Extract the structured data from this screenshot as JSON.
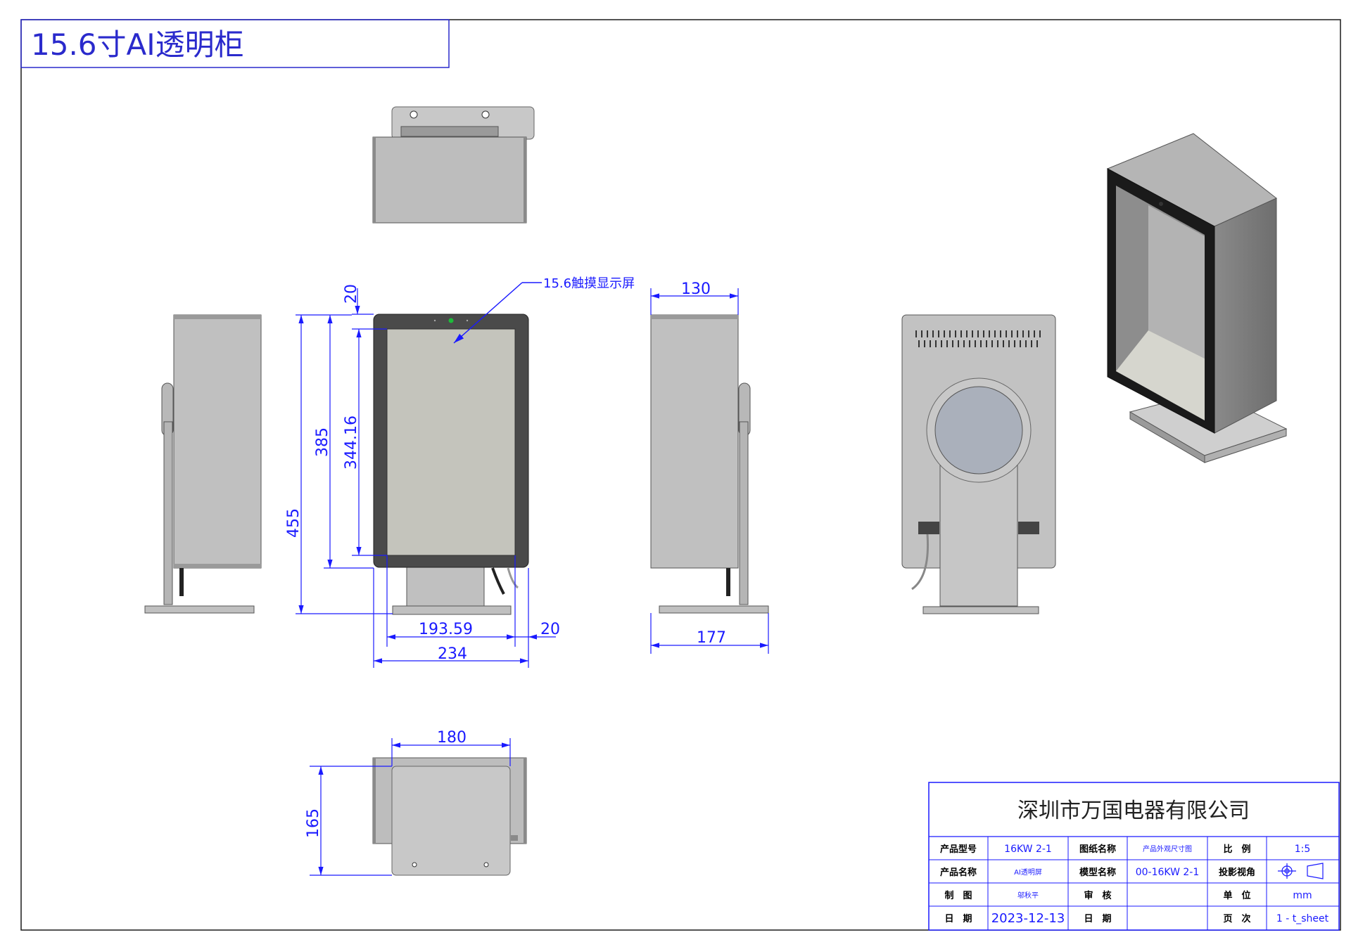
{
  "title": "15.6寸AI透明柜",
  "callout": "15.6触摸显示屏",
  "dimensions": {
    "top_gap": "20",
    "height_385": "385",
    "screen_height": "344.16",
    "total_height": "455",
    "screen_width": "193.59",
    "side_margin": "20",
    "width": "234",
    "depth": "130",
    "base_depth": "177",
    "base_width": "180",
    "base_length": "165"
  },
  "title_block": {
    "company": "深圳市万国电器有限公司",
    "rows": [
      {
        "label1": "产品型号",
        "value1": "16KW 2-1",
        "label2": "图纸名称",
        "value2": "产品外观尺寸图",
        "label3": "比　例",
        "value3": "1:5"
      },
      {
        "label1": "产品名称",
        "value1": "AI透明屏",
        "label2": "模型名称",
        "value2": "00-16KW 2-1",
        "label3": "投影视角",
        "value3": ""
      },
      {
        "label1": "制　图",
        "value1": "邬秋平",
        "label2": "审　核",
        "value2": "",
        "label3": "单　位",
        "value3": "mm"
      },
      {
        "label1": "日　期",
        "value1": "2023-12-13",
        "label2": "日　期",
        "value2": "",
        "label3": "页　次",
        "value3": "1 - t_sheet"
      }
    ]
  },
  "colors": {
    "line": "#1a1aff",
    "body": "#c0c0c0",
    "frame": "#4a4a4a",
    "screen": "#c4c4bc"
  }
}
